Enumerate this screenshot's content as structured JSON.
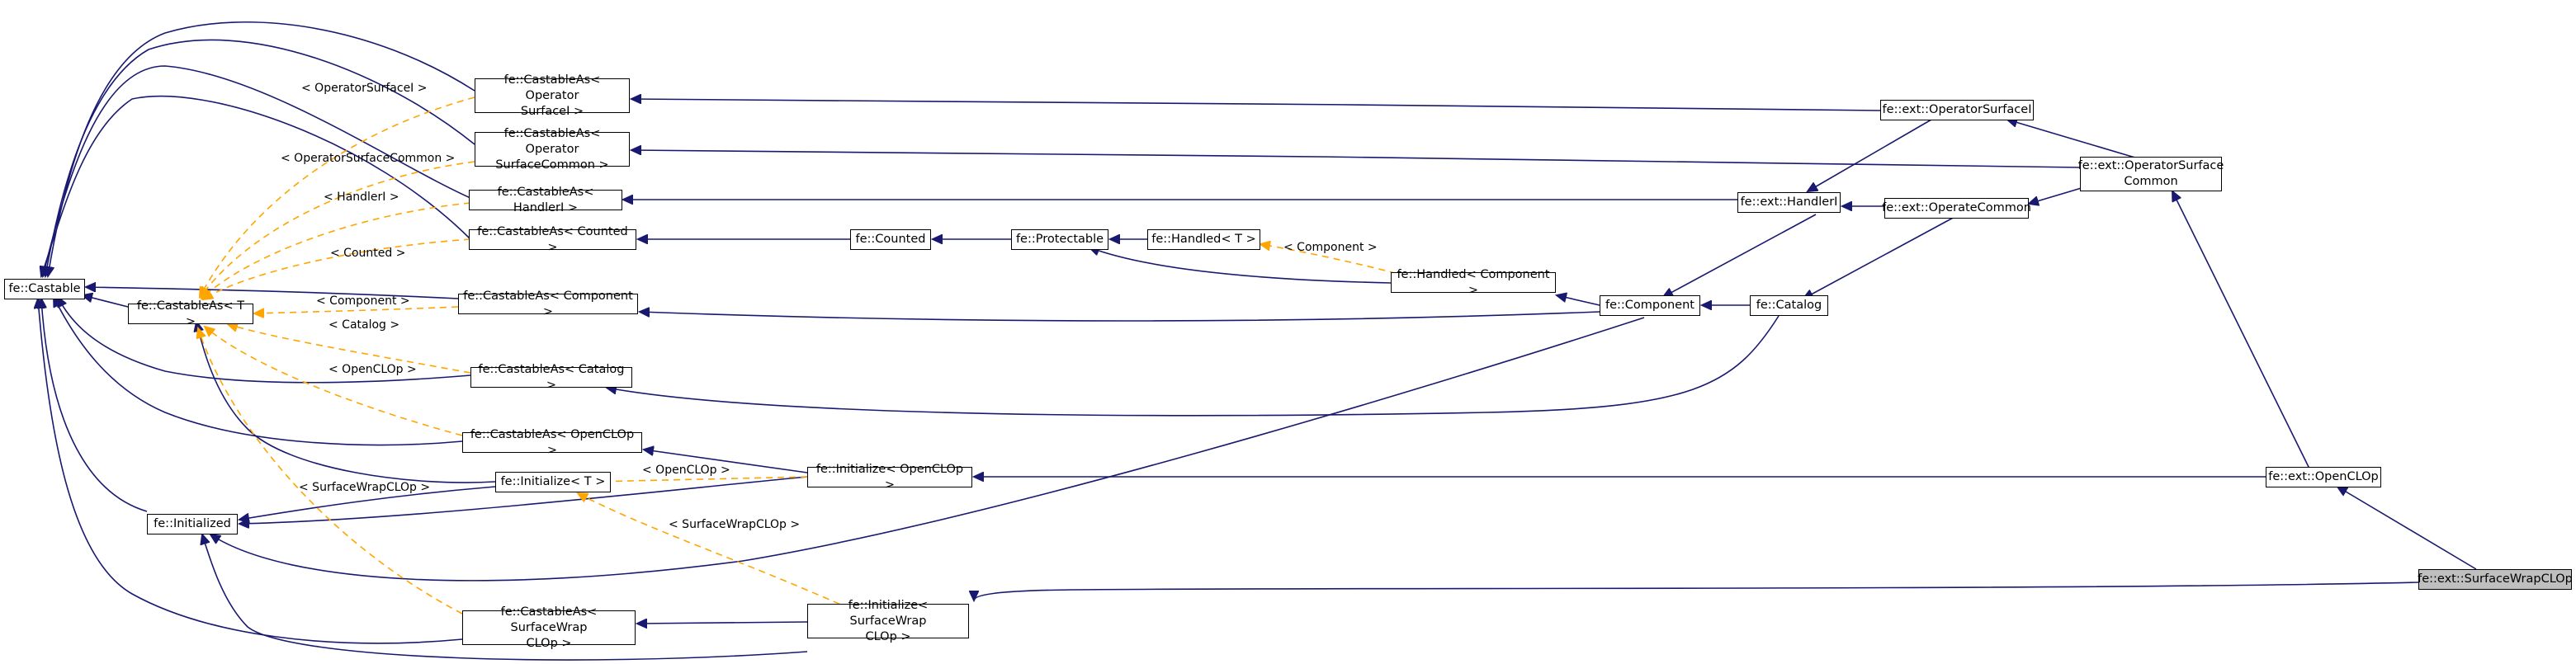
{
  "diagram": {
    "nodes": [
      {
        "id": "castable",
        "label": "fe::Castable"
      },
      {
        "id": "castableAsT",
        "label": "fe::CastableAs< T >"
      },
      {
        "id": "initialized",
        "label": "fe::Initialized"
      },
      {
        "id": "caOpSurfI",
        "label": "fe::CastableAs< Operator\nSurfaceI >"
      },
      {
        "id": "caOpSurfCommon",
        "label": "fe::CastableAs< Operator\nSurfaceCommon >"
      },
      {
        "id": "caHandlerI",
        "label": "fe::CastableAs< HandlerI >"
      },
      {
        "id": "caCounted",
        "label": "fe::CastableAs< Counted >"
      },
      {
        "id": "caComponent",
        "label": "fe::CastableAs< Component >"
      },
      {
        "id": "caCatalog",
        "label": "fe::CastableAs< Catalog >"
      },
      {
        "id": "caOpenCLOp",
        "label": "fe::CastableAs< OpenCLOp >"
      },
      {
        "id": "initializeT",
        "label": "fe::Initialize< T >"
      },
      {
        "id": "caSurfaceWrap",
        "label": "fe::CastableAs< SurfaceWrap\nCLOp >"
      },
      {
        "id": "counted",
        "label": "fe::Counted"
      },
      {
        "id": "protectable",
        "label": "fe::Protectable"
      },
      {
        "id": "handledT",
        "label": "fe::Handled< T >"
      },
      {
        "id": "handledComponent",
        "label": "fe::Handled< Component >"
      },
      {
        "id": "initOpenCLOp",
        "label": "fe::Initialize< OpenCLOp >"
      },
      {
        "id": "initSurfaceWrap",
        "label": "fe::Initialize< SurfaceWrap\nCLOp >"
      },
      {
        "id": "component",
        "label": "fe::Component"
      },
      {
        "id": "catalog",
        "label": "fe::Catalog"
      },
      {
        "id": "handlerI",
        "label": "fe::ext::HandlerI"
      },
      {
        "id": "operatorSurfaceI",
        "label": "fe::ext::OperatorSurfaceI"
      },
      {
        "id": "operateCommon",
        "label": "fe::ext::OperateCommon"
      },
      {
        "id": "operatorSurfaceCommon",
        "label": "fe::ext::OperatorSurface\nCommon"
      },
      {
        "id": "openCLOp",
        "label": "fe::ext::OpenCLOp"
      },
      {
        "id": "surfaceWrapCLOp",
        "label": "fe::ext::SurfaceWrapCLOp"
      }
    ],
    "edge_labels": [
      "< OperatorSurfaceI >",
      "< OperatorSurfaceCommon >",
      "< HandlerI >",
      "< Counted >",
      "< Component >",
      "< Catalog >",
      "< OpenCLOp >",
      "< SurfaceWrapCLOp >",
      "< Component >",
      "< OpenCLOp >",
      "< SurfaceWrapCLOp >"
    ],
    "colors": {
      "inheritance_edge": "#191970",
      "template_edge": "#ffa500",
      "node_border": "#000000",
      "highlight_fill": "#bfbfbf"
    }
  }
}
